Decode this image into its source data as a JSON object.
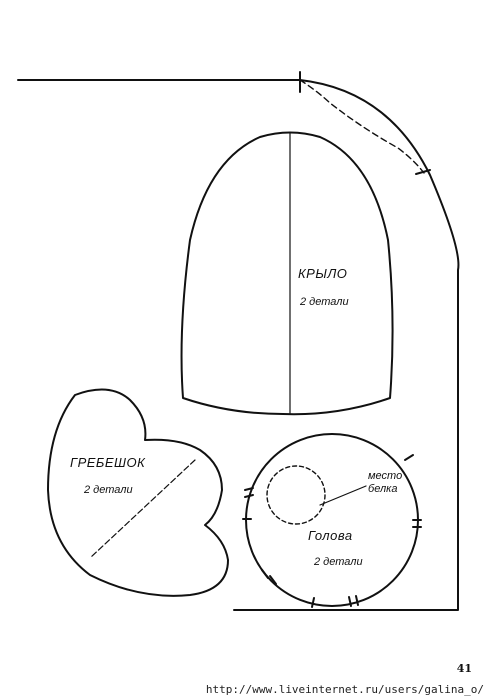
{
  "wing": {
    "title": "КРЫЛО",
    "count": "2 детали"
  },
  "comb": {
    "title": "ГРЕБЕШОК",
    "count": "2 детали"
  },
  "head": {
    "title": "Голова",
    "count": "2 детали",
    "eye_note": "место\nбелка"
  },
  "page_number": "41",
  "watermark": "http://www.liveinternet.ru/users/galina_o/",
  "colors": {
    "ink": "#111111",
    "paper": "#ffffff"
  }
}
